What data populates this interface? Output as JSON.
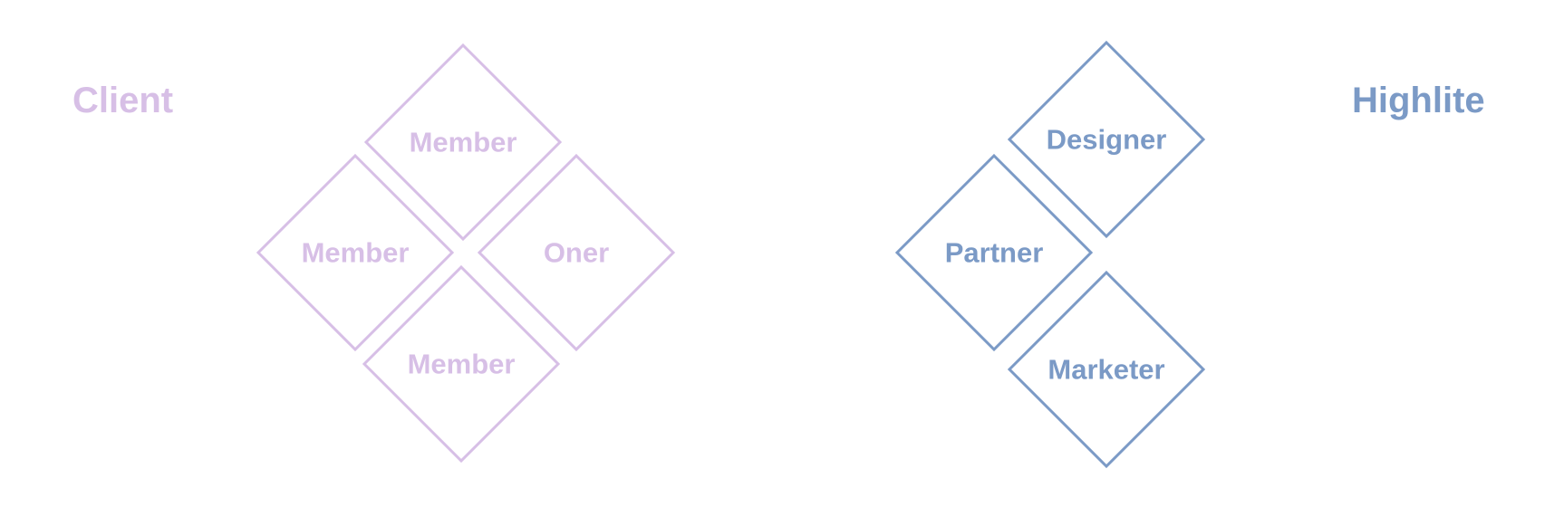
{
  "colors": {
    "client": "#d7bfe6",
    "highlite": "#7b9ac6"
  },
  "groups": {
    "client": {
      "title": "Client",
      "nodes": [
        {
          "id": "member-top",
          "label": "Member"
        },
        {
          "id": "member-left",
          "label": "Member"
        },
        {
          "id": "oner",
          "label": "Oner"
        },
        {
          "id": "member-bottom",
          "label": "Member"
        }
      ]
    },
    "highlite": {
      "title": "Highlite",
      "nodes": [
        {
          "id": "designer",
          "label": "Designer"
        },
        {
          "id": "partner",
          "label": "Partner"
        },
        {
          "id": "marketer",
          "label": "Marketer"
        }
      ]
    }
  },
  "connections": [
    {
      "from": "oner",
      "to": "partner"
    }
  ]
}
